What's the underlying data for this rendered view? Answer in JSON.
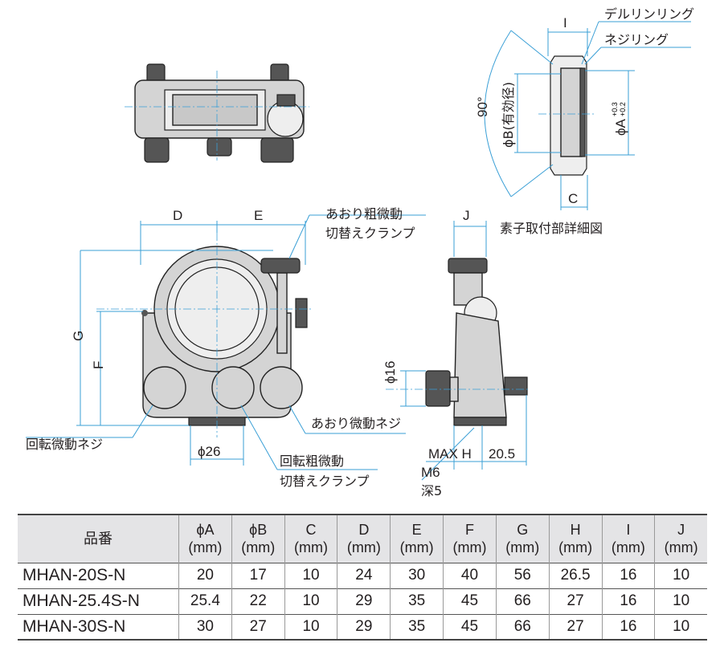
{
  "labels": {
    "D": "D",
    "E": "E",
    "G": "G",
    "F": "F",
    "J": "J",
    "I": "I",
    "C": "C",
    "phi26": "ϕ26",
    "phi16": "ϕ16",
    "max_h": "MAX H",
    "dim_20_5": "20.5",
    "m6": "M6",
    "depth5": "深5",
    "angle90": "90°",
    "phiB": "ϕB(有効径)",
    "phiA": "ϕA",
    "phiA_tol_plus": "+0.3",
    "phiA_tol_minus": "+0.2",
    "delrin_ring": "デルリンリング",
    "screw_ring": "ネジリング",
    "detail_title": "素子取付部詳細図",
    "tilt_clamp_1": "あおり粗微動",
    "tilt_clamp_2": "切替えクランプ",
    "rotation_screw": "回転微動ネジ",
    "tilt_screw": "あおり微動ネジ",
    "rotation_clamp_1": "回転粗微動",
    "rotation_clamp_2": "切替えクランプ"
  },
  "table": {
    "headers": [
      {
        "name": "品番",
        "unit": ""
      },
      {
        "name": "ϕA",
        "unit": "(mm)"
      },
      {
        "name": "ϕB",
        "unit": "(mm)"
      },
      {
        "name": "C",
        "unit": "(mm)"
      },
      {
        "name": "D",
        "unit": "(mm)"
      },
      {
        "name": "E",
        "unit": "(mm)"
      },
      {
        "name": "F",
        "unit": "(mm)"
      },
      {
        "name": "G",
        "unit": "(mm)"
      },
      {
        "name": "H",
        "unit": "(mm)"
      },
      {
        "name": "I",
        "unit": "(mm)"
      },
      {
        "name": "J",
        "unit": "(mm)"
      }
    ],
    "rows": [
      [
        "MHAN-20S-N",
        "20",
        "17",
        "10",
        "24",
        "30",
        "40",
        "56",
        "26.5",
        "16",
        "10"
      ],
      [
        "MHAN-25.4S-N",
        "25.4",
        "22",
        "10",
        "29",
        "35",
        "45",
        "66",
        "27",
        "16",
        "10"
      ],
      [
        "MHAN-30S-N",
        "30",
        "27",
        "10",
        "29",
        "35",
        "45",
        "66",
        "27",
        "16",
        "10"
      ]
    ]
  }
}
